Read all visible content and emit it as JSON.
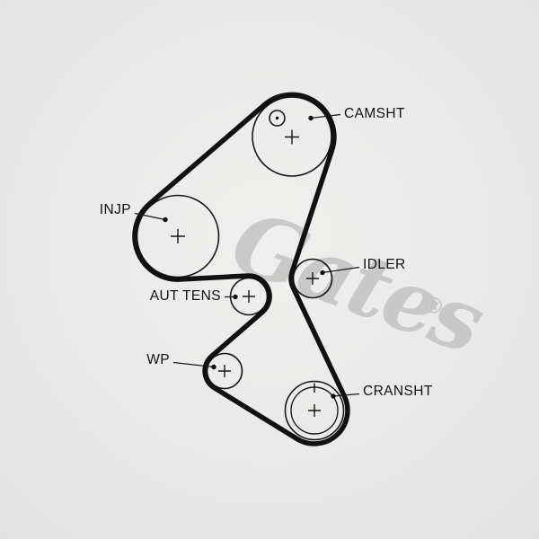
{
  "watermark": {
    "text": "Gates",
    "reg": "®"
  },
  "labels": {
    "camsht": "CAMSHT",
    "injp": "INJP",
    "idler": "IDLER",
    "aut_tens": "AUT TENS",
    "wp": "WP",
    "cransht": "CRANSHT"
  },
  "colors": {
    "background": "#e9e9e9",
    "belt": "#111111",
    "line": "#1a1a1a",
    "text": "#111111",
    "watermark": "#c4c4c4"
  }
}
